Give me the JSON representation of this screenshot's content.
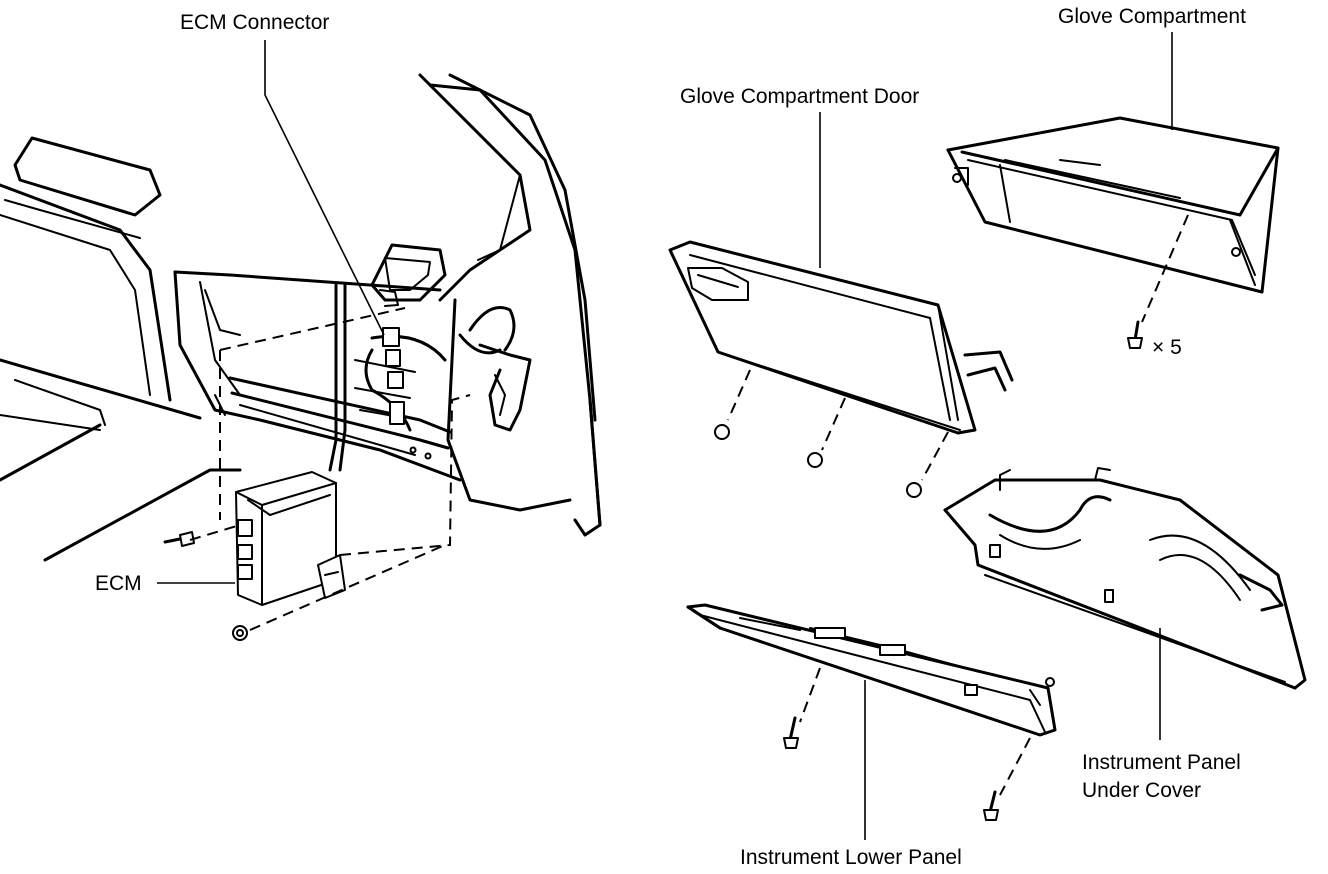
{
  "labels": {
    "ecm_connector": "ECM Connector",
    "ecm": "ECM",
    "glove_compartment": "Glove Compartment",
    "glove_compartment_door": "Glove Compartment Door",
    "quantity": "× 5",
    "instrument_panel_under_cover_line1": "Instrument Panel",
    "instrument_panel_under_cover_line2": "Under Cover",
    "instrument_lower_panel": "Instrument Lower Panel"
  }
}
